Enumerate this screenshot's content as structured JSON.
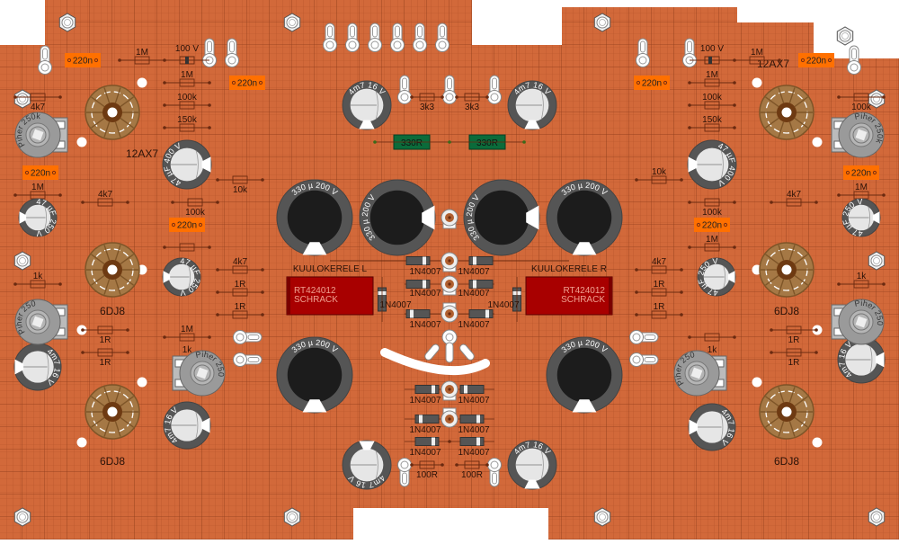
{
  "title": "Tube headphone amplifier stripboard layout",
  "colors": {
    "board": "#d2693a",
    "grid_fine": "#b9592e",
    "grid_major": "#7a2e12",
    "cap_220n": "#ff7000",
    "resistor_green": "#0b6b3a",
    "relay": "#a80000",
    "electrolytic_sleeve": "#555555",
    "tube_socket": "#a57845"
  },
  "tubes": [
    {
      "id": "v1l",
      "label": "12AX7"
    },
    {
      "id": "v1r",
      "label": "12AX7"
    },
    {
      "id": "v2l",
      "label": "6DJ8"
    },
    {
      "id": "v2r",
      "label": "6DJ8"
    },
    {
      "id": "v3l",
      "label": "6DJ8"
    },
    {
      "id": "v3r",
      "label": "6DJ8"
    }
  ],
  "film_caps": {
    "value": "220n"
  },
  "green_resistors": {
    "value": "330R"
  },
  "relays": [
    {
      "title": "KUULOKERELE L",
      "part": "RT424012",
      "maker": "SCHRACK"
    },
    {
      "title": "KUULOKERELE R",
      "part": "RT424012",
      "maker": "SCHRACK"
    }
  ],
  "diode": "1N4007",
  "electrolytics": {
    "big": "330 µ 200 V",
    "big_split": [
      "330 µ",
      "200 V"
    ],
    "c47_400": "47 µF 400 V",
    "c47_250": "47 µF 250 V",
    "c4m7": "4m7 16 V"
  },
  "pots": {
    "brand": "Piher",
    "v250k": "250k",
    "v250": "250"
  },
  "resistors_left": {
    "r_1M_top": "1M",
    "cap_100V": "100 V",
    "r_1M_2": "1M",
    "r_100k_1": "100k",
    "r_150k": "150k",
    "r_4k7_a": "4k7",
    "r_10k": "10k",
    "r_100k_2": "100k",
    "r_1M_3": "1M",
    "r_4k7_b": "4k7",
    "r_4k7_c": "4k7",
    "r_1R_a": "1R",
    "r_1R_b": "1R",
    "r_1k_a": "1k",
    "r_1M_4": "1M",
    "r_1k_b": "1k",
    "r_1R_c": "1R",
    "r_1R_d": "1R"
  },
  "resistors_right": {
    "r_1M_top": "1M",
    "cap_100V": "100 V",
    "r_1M_2": "1M",
    "r_100k_1": "100k",
    "r_150k": "150k",
    "r_100k_pot": "100k",
    "r_10k": "10k",
    "r_100k_2": "100k",
    "r_1M_3": "1M",
    "r_4k7_b": "4k7",
    "r_1M_side": "1M",
    "r_4k7_c": "4k7",
    "r_1R_a": "1R",
    "r_1R_b": "1R",
    "r_1k_a": "1k",
    "r_1k_b": "1k",
    "r_1R_c": "1R",
    "r_1R_d": "1R"
  },
  "resistors_center": {
    "r_3k3": "3k3",
    "r_100R": "100R"
  }
}
